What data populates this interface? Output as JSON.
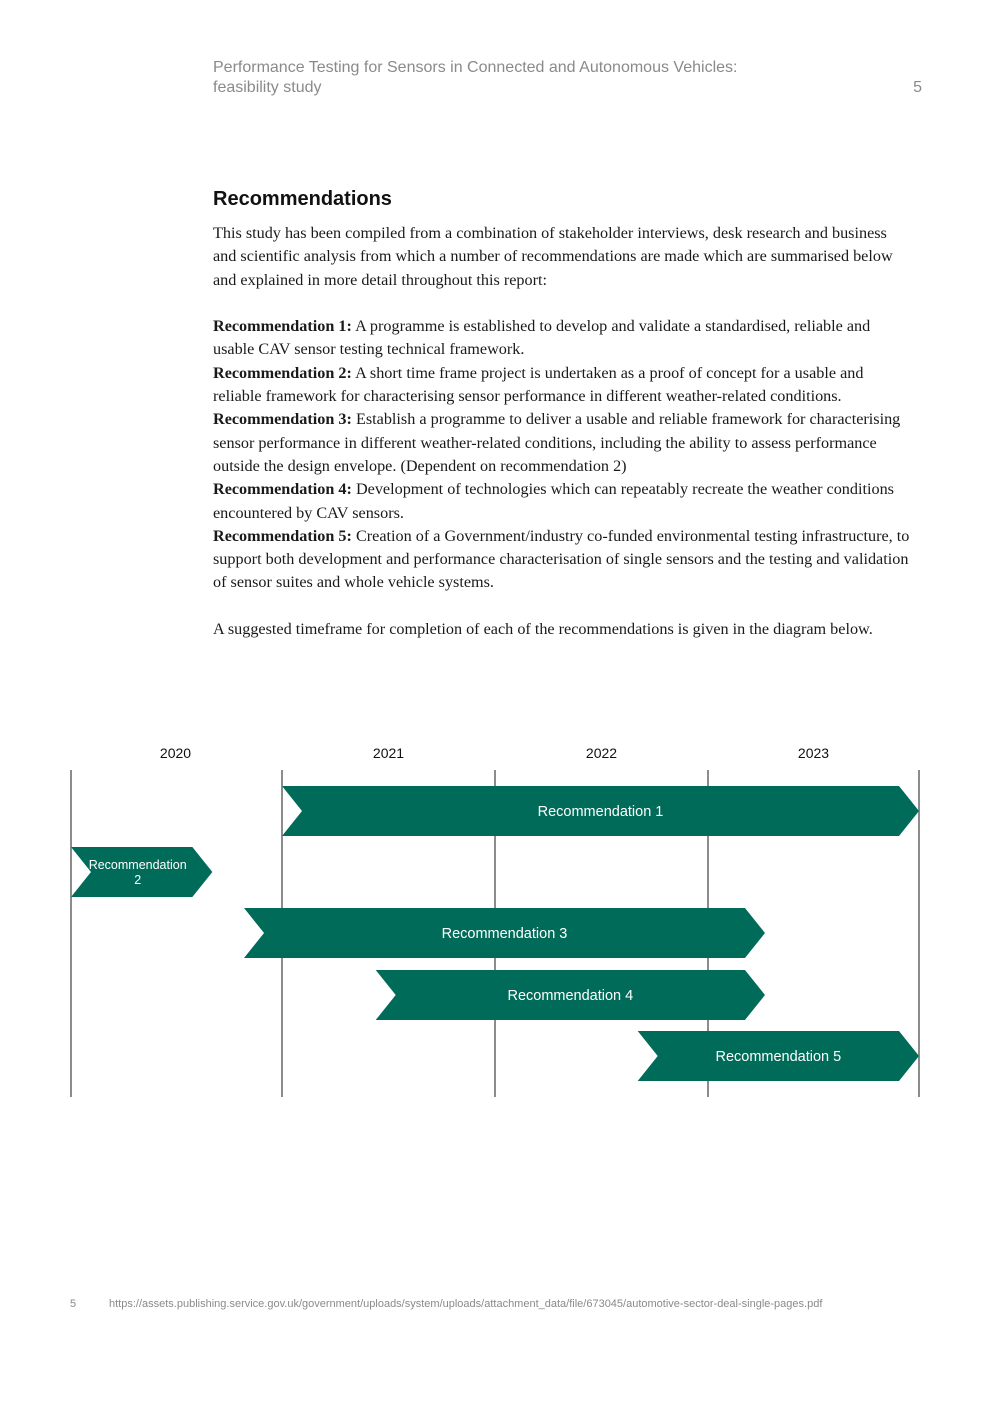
{
  "header": {
    "title_line1": "Performance Testing for Sensors in Connected and Autonomous Vehicles:",
    "title_line2": "feasibility study",
    "page_number": "5"
  },
  "section": {
    "heading": "Recommendations",
    "intro": "This study has been compiled from a combination of stakeholder interviews, desk research and business and scientific analysis from which a number of recommendations are made which are summarised below and explained in more detail throughout this report:",
    "recommendations": [
      {
        "label": "Recommendation 1:",
        "text": " A programme is established to develop and validate a standardised, reliable and usable CAV sensor testing technical framework."
      },
      {
        "label": "Recommendation 2:",
        "text": " A short time frame project is undertaken as a proof of concept for a usable and reliable framework for characterising sensor performance in different weather-related conditions."
      },
      {
        "label": "Recommendation 3:",
        "text": " Establish a programme to deliver a usable and reliable framework for characterising sensor performance in different weather-related conditions, including the ability to assess performance outside the design envelope. (Dependent on recommendation 2)"
      },
      {
        "label": "Recommendation 4:",
        "text": " Development of technologies which can repeatably recreate the weather conditions encountered by CAV sensors."
      },
      {
        "label": "Recommendation 5:",
        "text": " Creation of a Government/industry co-funded environmental testing infrastructure, to support both development and performance characterisation of single sensors and the testing and validation of sensor suites and whole vehicle systems."
      }
    ],
    "closing": "A suggested timeframe for completion of each of the recommendations is given in the diagram below."
  },
  "timeline": {
    "years": [
      "2020",
      "2021",
      "2022",
      "2023"
    ],
    "bar_color": "#006b58",
    "bars": [
      {
        "label_lines": [
          "Recommendation 1"
        ],
        "start": 2021.0,
        "end": 2024.0
      },
      {
        "label_lines": [
          "Recommendation",
          "2"
        ],
        "start": 2020.0,
        "end": 2020.67
      },
      {
        "label_lines": [
          "Recommendation 3"
        ],
        "start": 2020.82,
        "end": 2023.27
      },
      {
        "label_lines": [
          "Recommendation 4"
        ],
        "start": 2021.44,
        "end": 2023.27
      },
      {
        "label_lines": [
          "Recommendation 5"
        ],
        "start": 2022.67,
        "end": 2024.0
      }
    ]
  },
  "footnote": {
    "number": "5",
    "url": "https://assets.publishing.service.gov.uk/government/uploads/system/uploads/attachment_data/file/673045/automotive-sector-deal-single-pages.pdf"
  }
}
